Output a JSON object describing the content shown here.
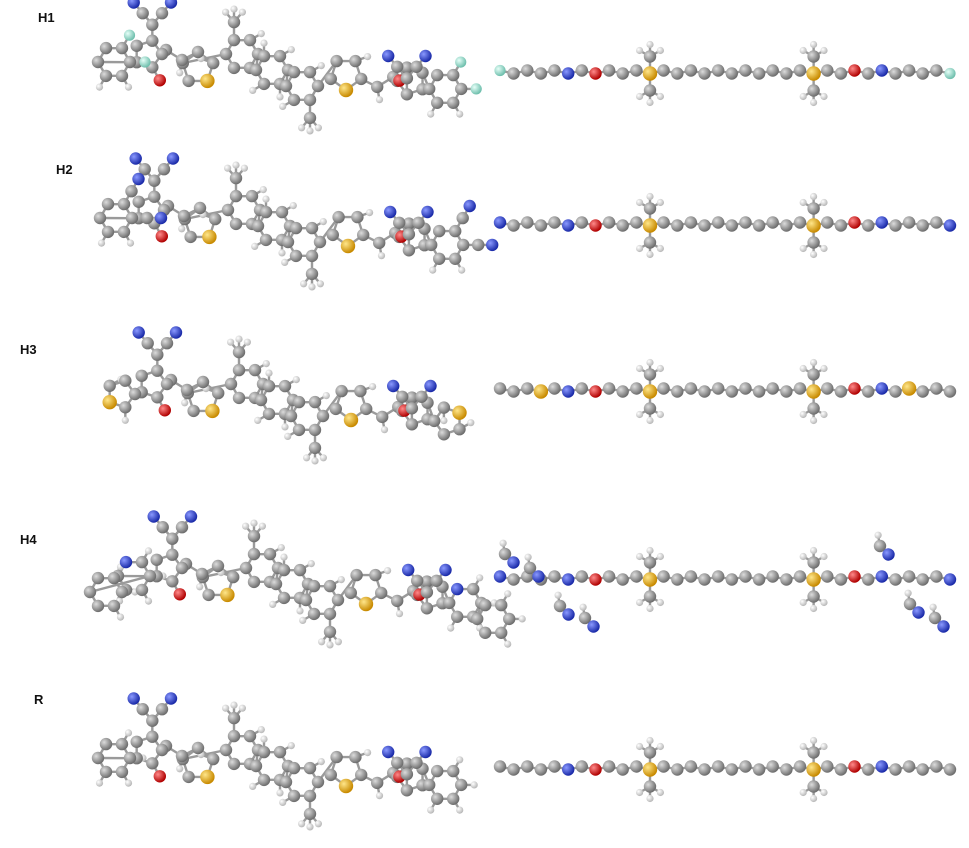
{
  "figure": {
    "panels": [
      {
        "label": "H1",
        "acceptor": "fluorinated"
      },
      {
        "label": "H2",
        "acceptor": "cyano"
      },
      {
        "label": "H3",
        "acceptor": "thiophene-fused"
      },
      {
        "label": "H4",
        "acceptor": "quinoxaline"
      },
      {
        "label": "R",
        "acceptor": "plain"
      }
    ]
  },
  "atom_colors": {
    "carbon": "#8c8c8c",
    "hydrogen": "#e6e6e6",
    "oxygen": "#e01010",
    "nitrogen": "#2a3fd6",
    "sulfur": "#f0b81a",
    "fluorine": "#9ee0cf",
    "bond": "#9a9a9a"
  }
}
